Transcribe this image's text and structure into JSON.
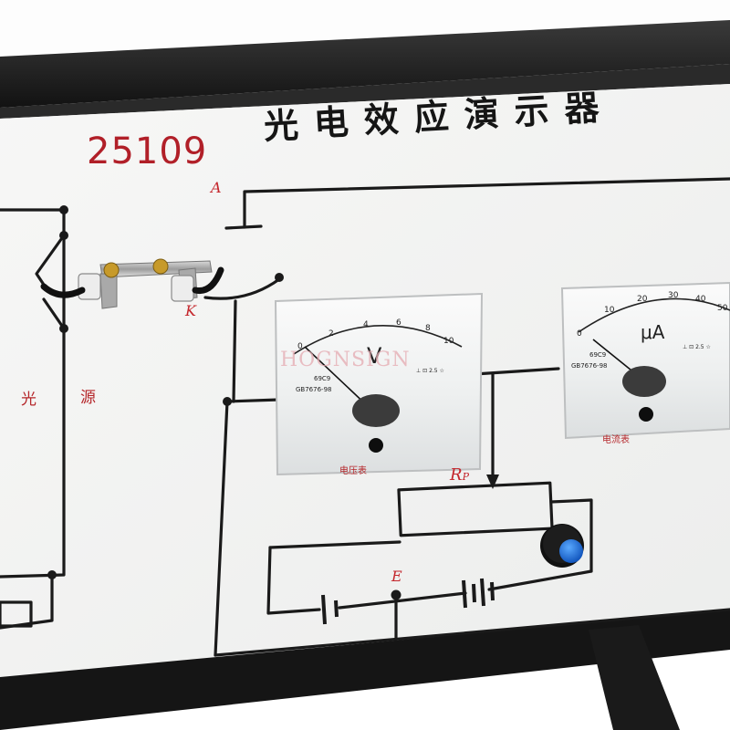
{
  "panel": {
    "model_number": "25109",
    "title": "光电效应演示器"
  },
  "circuit_labels": {
    "anode": "A",
    "cathode": "K",
    "battery": "E",
    "rheostat_main": "R",
    "rheostat_sub": "P",
    "light_source_1": "光",
    "light_source_2": "源"
  },
  "voltmeter": {
    "unit": "V",
    "scale": [
      "0",
      "2",
      "4",
      "6",
      "8",
      "10"
    ],
    "model_code": "69C9",
    "standard": "GB7676-98",
    "class_mark": "⊥ ⊡ 2.5 ☆",
    "caption": "电压表"
  },
  "ammeter": {
    "unit": "μA",
    "scale": [
      "0",
      "10",
      "20",
      "30",
      "40",
      "50"
    ],
    "model_code": "69C9",
    "standard": "GB7676-98",
    "class_mark": "⊥ ⊡ 2.5 ☆",
    "caption": "电流表"
  },
  "watermark": "HOGNSIGN",
  "colors": {
    "panel": "#f3f3f1",
    "frame": "#1b1b1b",
    "red_text": "#b11f28",
    "wire": "#1a1a1a",
    "knob_accent": "#1f6fd6"
  }
}
